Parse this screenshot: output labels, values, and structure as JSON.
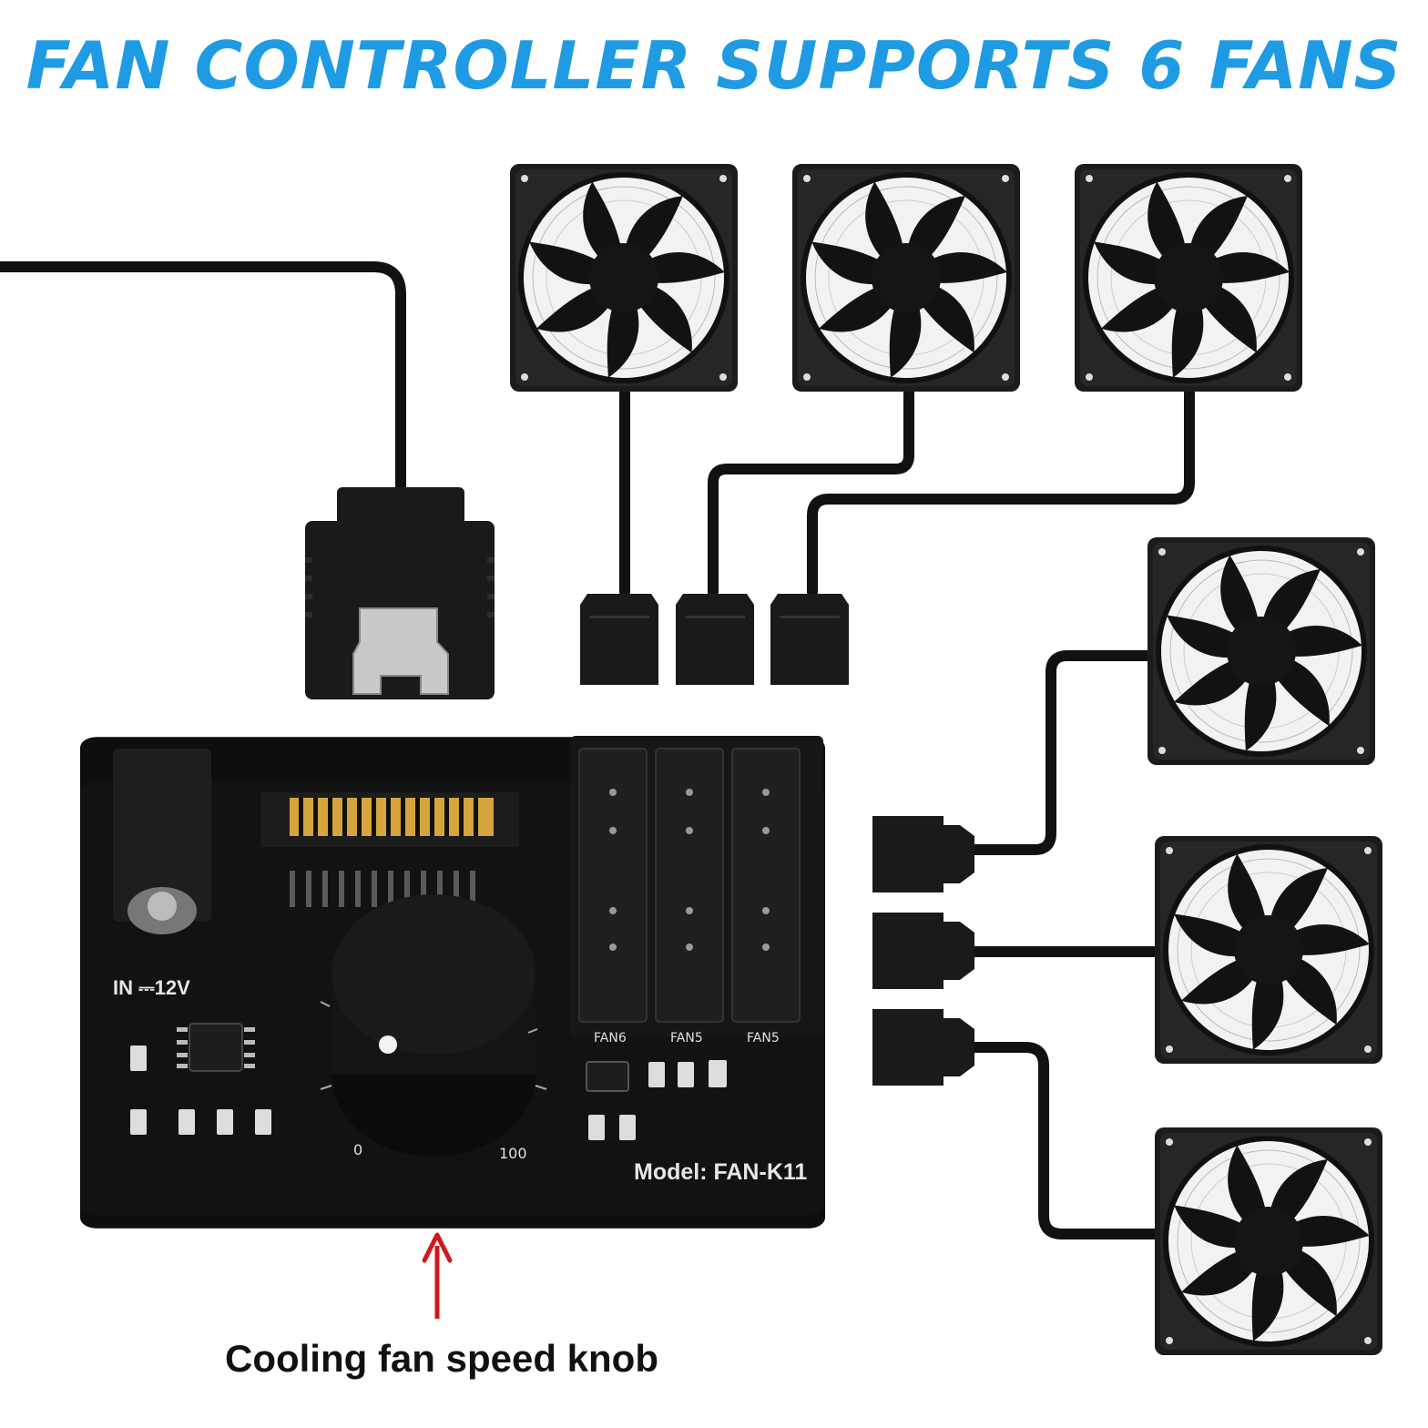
{
  "headline": "FAN CONTROLLER SUPPORTS 6 FANS",
  "caption": "Cooling fan speed knob",
  "board": {
    "model_label": "Model: FAN-K11",
    "power_label": "IN ⎓12V",
    "port_labels": [
      "FAN6",
      "FAN5",
      "FAN5"
    ],
    "dial_min": "0",
    "dial_max": "100"
  },
  "colors": {
    "headline": "#1f9be3",
    "arrow": "#d0191f",
    "board": "#121212",
    "cable": "#111111"
  },
  "fan_count": 6
}
